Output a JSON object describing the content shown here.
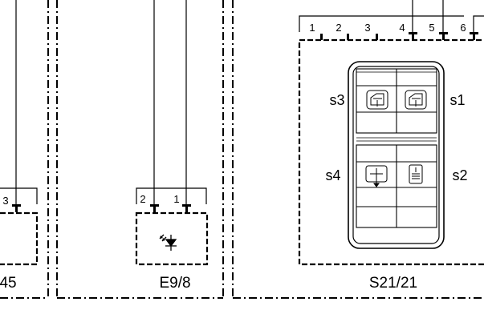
{
  "components": {
    "left_partial": {
      "label": "45",
      "pins": [
        "3"
      ]
    },
    "e9_8": {
      "label": "E9/8",
      "pins": [
        "2",
        "1"
      ]
    },
    "s21_21": {
      "label": "S21/21",
      "pins": [
        "1",
        "2",
        "3",
        "4",
        "5",
        "6"
      ],
      "switches": {
        "s1": {
          "label": "s1",
          "icon": "window-up-down-icon"
        },
        "s2": {
          "label": "s2",
          "icon": "window-up-down-icon"
        },
        "s3": {
          "label": "s3",
          "icon": "window-up-down-icon"
        },
        "s4": {
          "label": "s4",
          "icon": "window-up-down-icon"
        }
      }
    }
  }
}
